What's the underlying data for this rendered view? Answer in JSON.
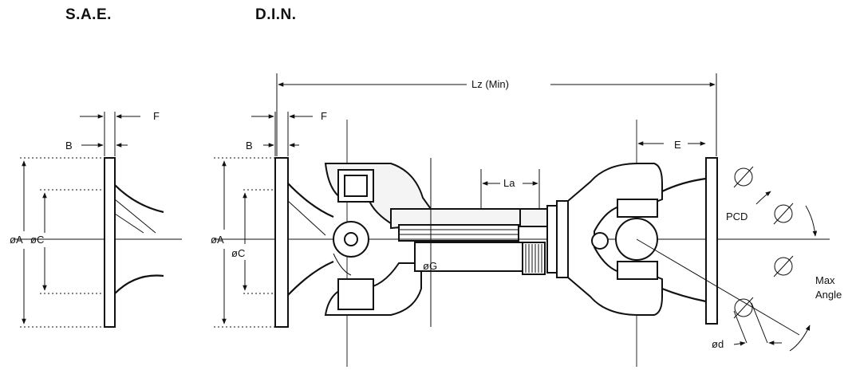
{
  "headings": {
    "sae": "S.A.E.",
    "din": "D.I.N."
  },
  "sae_labels": {
    "F": "F",
    "B": "B",
    "A": "øA",
    "C": "øC"
  },
  "din_labels": {
    "Lz": "Lz (Min)",
    "F": "F",
    "B": "B",
    "E": "E",
    "La": "La",
    "A": "øA",
    "C": "øC",
    "G": "øG",
    "PCD": "PCD",
    "max_angle_1": "Max",
    "max_angle_2": "Angle",
    "d": "ød"
  }
}
